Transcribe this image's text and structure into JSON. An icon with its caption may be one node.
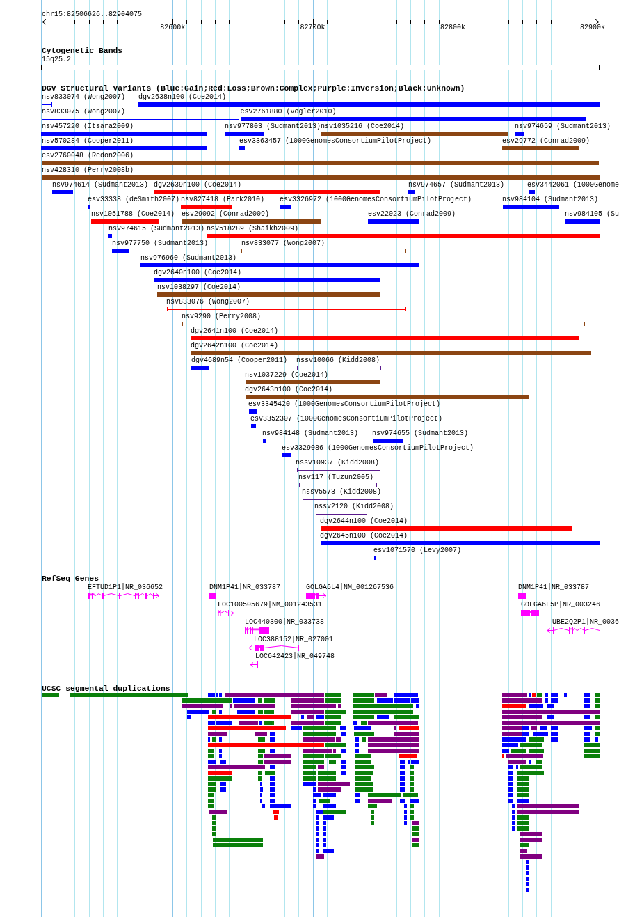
{
  "diagram": {
    "nodes": [
      {
        "text": [
          "15q25.2"
        ]
      },
      {
        "text": [
          "nsv833074 (Wong2007)"
        ]
      },
      {
        "text": [
          "dgv2638n100 (Coe2014)"
        ]
      },
      {
        "text": [
          "nsv833075 (Wong2007)"
        ]
      },
      {
        "text": [
          "esv2761880 (Vogler2010)"
        ]
      },
      {
        "text": [
          "nsv457220 (Itsara2009)"
        ]
      },
      {
        "text": [
          "nsv977803 (Sudmant2013)"
        ]
      },
      {
        "text": [
          "nsv1035216 (Coe2014)"
        ]
      },
      {
        "text": [
          "nsv974659 (Sudmant2013)"
        ]
      },
      {
        "text": [
          "nsv570284 (Cooper2011)"
        ]
      },
      {
        "text": [
          "esv3363457 (1000GenomesConsortiumPilotProject)"
        ]
      },
      {
        "text": [
          "esv29772 (Conrad2009)"
        ]
      },
      {
        "text": [
          "esv2760048 (Redon2006)"
        ]
      },
      {
        "text": [
          "nsv428310 (Perry2008b)"
        ]
      },
      {
        "text": [
          "nsv974614 (Sudmant2013)"
        ]
      },
      {
        "text": [
          "dgv2639n100 (Coe2014)"
        ]
      },
      {
        "text": [
          "nsv974657 (Sudmant2013)"
        ]
      },
      {
        "text": [
          "esv3442061 (1000Genome"
        ]
      },
      {
        "text": [
          "esv33338 (deSmith2007)"
        ]
      },
      {
        "text": [
          "nsv827418 (Park2010)"
        ]
      },
      {
        "text": [
          "esv3326972 (1000GenomesConsortiumPilotProject)"
        ]
      },
      {
        "text": [
          "nsv984104 (Sudmant2013)"
        ]
      },
      {
        "text": [
          "nsv1051788 (Coe2014)"
        ]
      },
      {
        "text": [
          "esv29092 (Conrad2009)"
        ]
      },
      {
        "text": [
          "esv22023 (Conrad2009)"
        ]
      },
      {
        "text": [
          "nsv984105 (Su"
        ]
      },
      {
        "text": [
          "nsv974615 (Sudmant2013)"
        ]
      },
      {
        "text": [
          "nsv518289 (Shaikh2009)"
        ]
      },
      {
        "text": [
          "nsv977750 (Sudmant2013)"
        ]
      },
      {
        "text": [
          "nsv833077 (Wong2007)"
        ]
      },
      {
        "text": [
          "nsv976960 (Sudmant2013)"
        ]
      },
      {
        "text": [
          "dgv2640n100 (Coe2014)"
        ]
      },
      {
        "text": [
          "nsv1038297 (Coe2014)"
        ]
      },
      {
        "text": [
          "nsv833076 (Wong2007)"
        ]
      },
      {
        "text": [
          "nsv9290 (Perry2008)"
        ]
      },
      {
        "text": [
          "dgv2641n100 (Coe2014)"
        ]
      },
      {
        "text": [
          "dgv2642n100 (Coe2014)"
        ]
      },
      {
        "text": [
          "dgv4689n54 (Cooper2011)"
        ]
      },
      {
        "text": [
          "nssv10066 (Kidd2008)"
        ]
      },
      {
        "text": [
          "nsv1037229 (Coe2014)"
        ]
      },
      {
        "text": [
          "dgv2643n100 (Coe2014)"
        ]
      },
      {
        "text": [
          "esv3345420 (1000GenomesConsortiumPilotProject)"
        ]
      },
      {
        "text": [
          "esv3352307 (1000GenomesConsortiumPilotProject)"
        ]
      },
      {
        "text": [
          "nsv984148 (Sudmant2013)"
        ]
      },
      {
        "text": [
          "nsv974655 (Sudmant2013)"
        ]
      },
      {
        "text": [
          "esv3329086 (1000GenomesConsortiumPilotProject)"
        ]
      },
      {
        "text": [
          "nssv10937 (Kidd2008)"
        ]
      },
      {
        "text": [
          "nsv117 (Tuzun2005)"
        ]
      },
      {
        "text": [
          "nssv5573 (Kidd2008)"
        ]
      },
      {
        "text": [
          "nssv2120 (Kidd2008)"
        ]
      },
      {
        "text": [
          "dgv2644n100 (Coe2014)"
        ]
      },
      {
        "text": [
          "dgv2645n100 (Coe2014)"
        ]
      },
      {
        "text": [
          "esv1071570 (Levy2007)"
        ]
      },
      {
        "text": [
          "EFTUD1P1|NR_036652"
        ]
      },
      {
        "text": [
          "DNM1P41|NR_033787"
        ]
      },
      {
        "text": [
          "GOLGA6L4|NM_001267536"
        ]
      },
      {
        "text": [
          "DNM1P41|NR_033787"
        ]
      },
      {
        "text": [
          "LOC100505679|NM_001243531"
        ]
      },
      {
        "text": [
          "GOLGA6L5P|NR_003246"
        ]
      },
      {
        "text": [
          "LOC440300|NR_033738"
        ]
      },
      {
        "text": [
          "UBE2Q2P1|NR_0036"
        ]
      },
      {
        "text": [
          "LOC388152|NR_027001"
        ]
      },
      {
        "text": [
          "LOC642423|NR_049748"
        ]
      }
    ],
    "labels": [
      "chr15:82506626..82904075",
      "82600k",
      "82700k",
      "82800k",
      "82900k",
      "Cytogenetic Bands",
      "DGV Structural Variants (Blue:Gain;Red:Loss;Brown:Complex;Purple:Inversion;Black:Unknown)",
      "RefSeq Genes",
      "UCSC segmental duplications"
    ]
  }
}
